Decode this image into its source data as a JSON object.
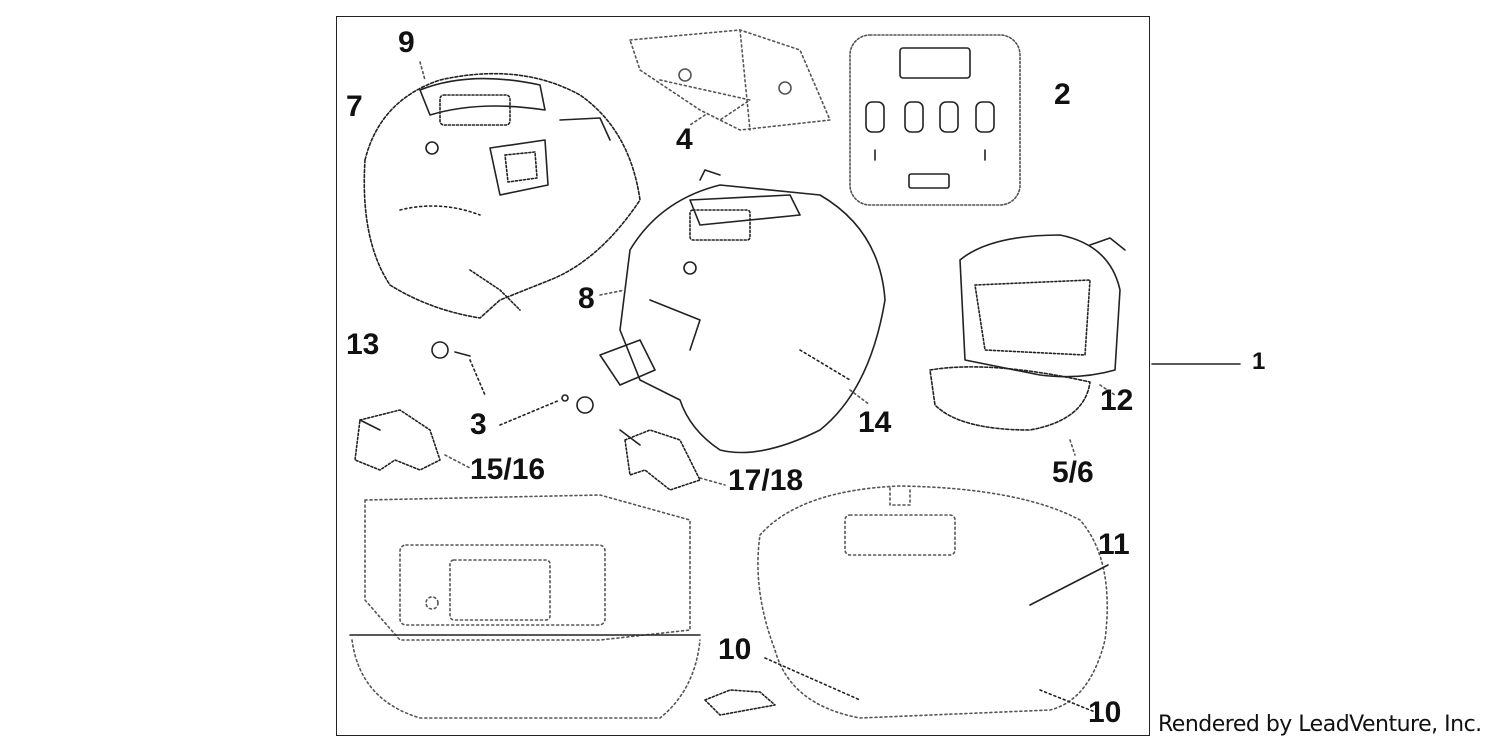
{
  "diagram": {
    "callouts": {
      "c1": "1",
      "c2": "2",
      "c3": "3",
      "c4": "4",
      "c5_6": "5/6",
      "c7": "7",
      "c8": "8",
      "c9": "9",
      "c10_a": "10",
      "c10_b": "10",
      "c11": "11",
      "c12": "12",
      "c13": "13",
      "c14": "14",
      "c15_16": "15/16",
      "c17_18": "17/18"
    },
    "kit_decal_text": "",
    "credit": "Rendered by LeadVenture, Inc."
  },
  "colors": {
    "line": "#222222",
    "dotted": "#555555",
    "background": "#ffffff"
  }
}
